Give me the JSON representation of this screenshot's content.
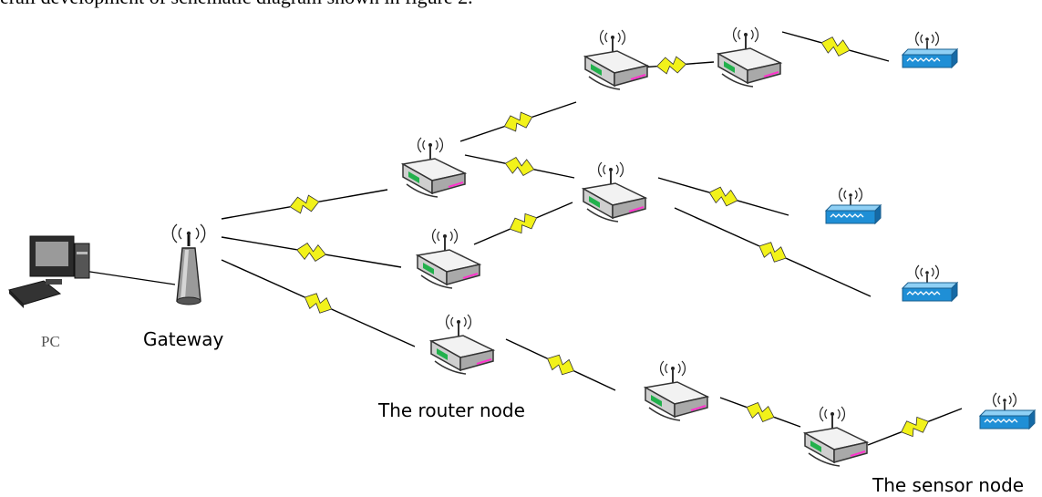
{
  "caption": "erall development of schematic diagram shown in figure 2.",
  "labels": {
    "pc": "PC",
    "gateway": "Gateway",
    "router": "The router node",
    "sensor": "The sensor node"
  },
  "colors": {
    "bolt": "#f2f21a",
    "link": "#000000",
    "router_body": "#d9d9d9",
    "router_accent_green": "#22b14c",
    "router_accent_pink": "#ff33cc",
    "sensor_body": "#1f8fd6"
  },
  "icons": {
    "pc": "pc-icon",
    "gateway": "gateway-antenna-icon",
    "router": "router-node-icon",
    "sensor": "sensor-node-icon",
    "link": "wireless-bolt-icon"
  }
}
